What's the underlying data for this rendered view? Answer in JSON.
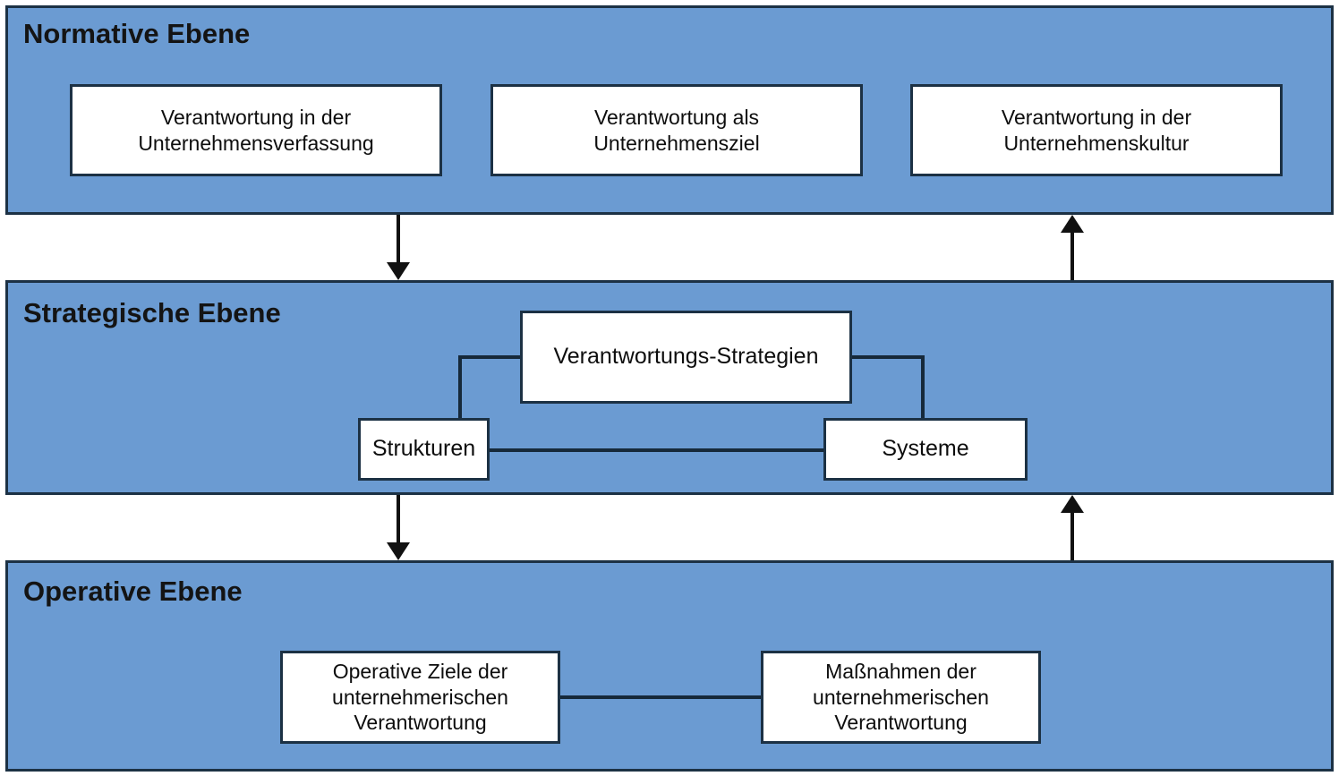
{
  "diagram": {
    "title_normative": "Normative Ebene",
    "title_strategic": "Strategische Ebene",
    "title_operative": "Operative Ebene",
    "colors": {
      "band_fill": "#6b9bd2",
      "band_border": "#1c3144",
      "node_fill": "#ffffff",
      "node_border": "#1c3144",
      "line": "#16293a",
      "arrow": "#111111",
      "text": "#0d0d0d",
      "page_background": "#ffffff"
    },
    "levels": [
      {
        "id": "normative",
        "title": "Normative Ebene",
        "nodes": [
          {
            "id": "verantwortung-unternehmensverfassung",
            "line1": "Verantwortung in der",
            "line2": "Unternehmensverfassung"
          },
          {
            "id": "verantwortung-unternehmensziel",
            "line1": "Verantwortung als",
            "line2": "Unternehmensziel"
          },
          {
            "id": "verantwortung-unternehmenskultur",
            "line1": "Verantwortung in der",
            "line2": "Unternehmenskultur"
          }
        ]
      },
      {
        "id": "strategisch",
        "title": "Strategische Ebene",
        "nodes": [
          {
            "id": "verantwortungs-strategien",
            "line1": "Verantwortungs-Strategien"
          },
          {
            "id": "strukturen",
            "line1": "Strukturen"
          },
          {
            "id": "systeme",
            "line1": "Systeme"
          }
        ]
      },
      {
        "id": "operativ",
        "title": "Operative Ebene",
        "nodes": [
          {
            "id": "operative-ziele",
            "line1": "Operative Ziele der",
            "line2": "unternehmerischen",
            "line3": "Verantwortung"
          },
          {
            "id": "massnahmen",
            "line1": "Maßnahmen der",
            "line2": "unternehmerischen",
            "line3": "Verantwortung"
          }
        ]
      }
    ],
    "connectors": [
      {
        "id": "normative-to-strategisch",
        "direction": "down",
        "icon": "arrow-down-icon"
      },
      {
        "id": "strategisch-to-normative",
        "direction": "up",
        "icon": "arrow-up-icon"
      },
      {
        "id": "strategisch-to-operativ",
        "direction": "down",
        "icon": "arrow-down-icon"
      },
      {
        "id": "operativ-to-strategisch",
        "direction": "up",
        "icon": "arrow-up-icon"
      },
      {
        "id": "strategien-strukturen",
        "direction": "elbow"
      },
      {
        "id": "strategien-systeme",
        "direction": "elbow"
      },
      {
        "id": "strukturen-systeme",
        "direction": "horizontal"
      },
      {
        "id": "ziele-massnahmen",
        "direction": "horizontal"
      }
    ]
  }
}
